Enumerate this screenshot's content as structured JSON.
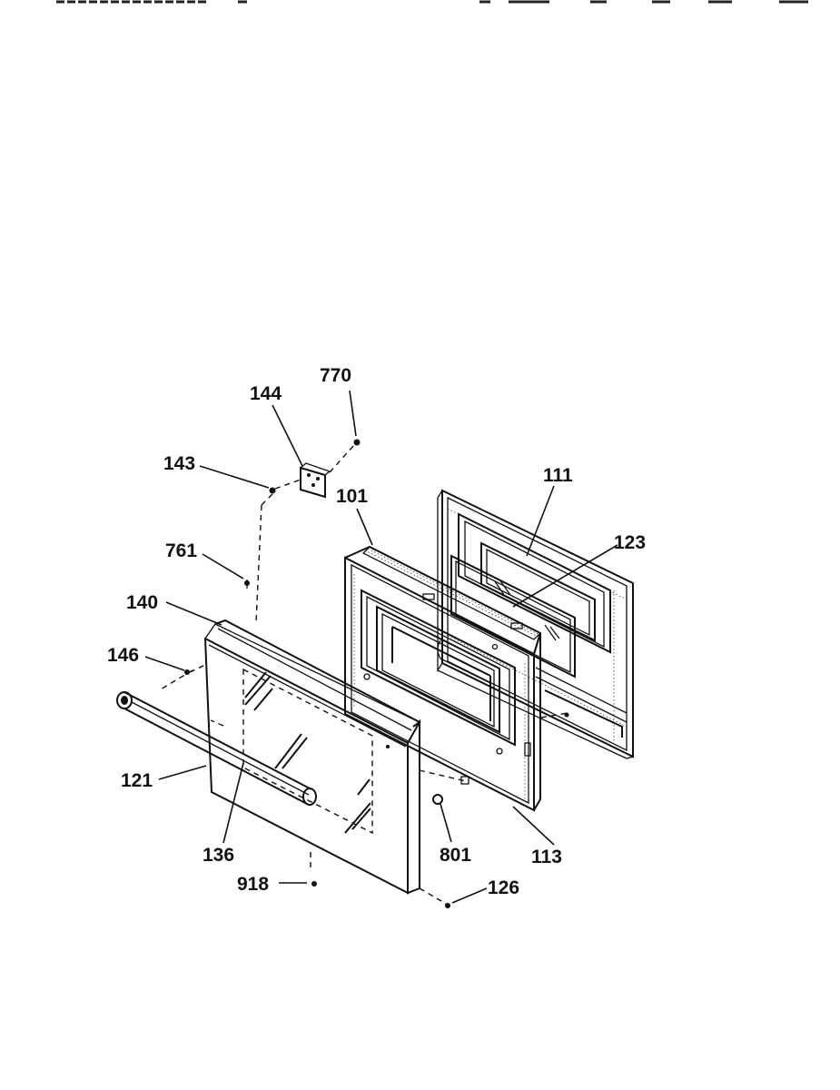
{
  "diagram": {
    "callouts": {
      "p770": "770",
      "p144": "144",
      "p143": "143",
      "p101": "101",
      "p111": "111",
      "p123": "123",
      "p761": "761",
      "p140": "140",
      "p146": "146",
      "p121": "121",
      "p136": "136",
      "p918": "918",
      "p801": "801",
      "p113": "113",
      "p126": "126"
    }
  }
}
